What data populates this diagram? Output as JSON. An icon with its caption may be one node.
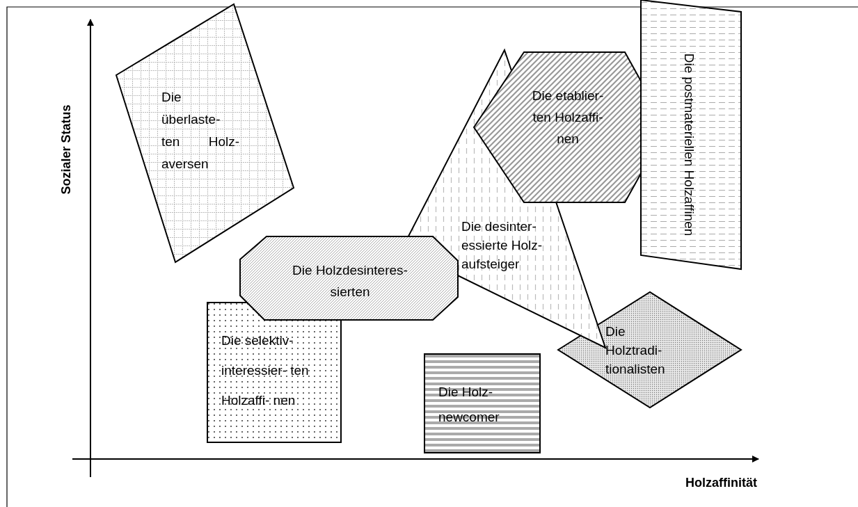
{
  "diagram": {
    "nodes": [
      {
        "text": [
          "Die überlaste- ten Holz- aversen"
        ]
      },
      {
        "text": [
          "Die etablier- ten Holzaffi- nen"
        ]
      },
      {
        "text": [
          "Die postmateriellen Holzaffinen"
        ]
      },
      {
        "text": [
          "Die desinter- essierte Holz- aufsteiger"
        ]
      },
      {
        "text": [
          "Die Holzdesinteres- sierten"
        ]
      },
      {
        "text": [
          "Die selektiv- interessier- ten Holzaffi- nen"
        ]
      },
      {
        "text": [
          "Die Holz- newcomer"
        ]
      },
      {
        "text": [
          "Die Holztradi- tionalisten"
        ]
      }
    ],
    "labels": [
      "Sozialer Status",
      "Holzaffinität"
    ]
  }
}
